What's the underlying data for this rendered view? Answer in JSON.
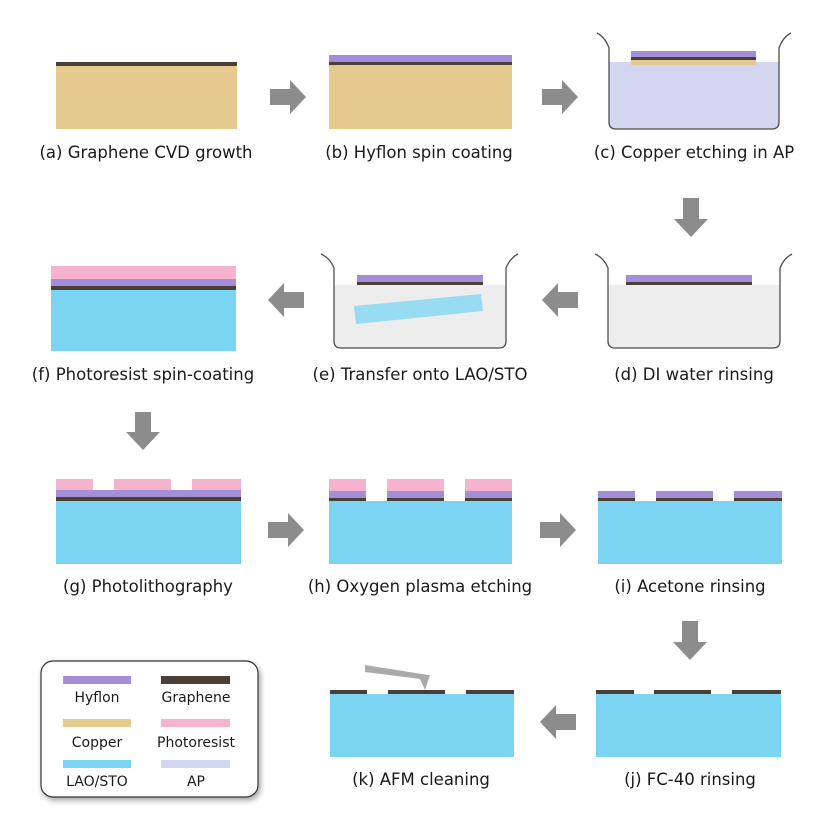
{
  "colors": {
    "hyflon": "#a38fd9",
    "graphene": "#4a3f36",
    "copper": "#e4ca8f",
    "photoresist": "#f5b3ce",
    "lao_sto": "#7bd5f2",
    "ap": "#d2d7ef",
    "water": "#ededed",
    "arrow": "#8c8c8c",
    "beaker": "#4d4d4d",
    "tip": "#aaaaaa"
  },
  "steps": {
    "a": "(a) Graphene CVD growth",
    "b": "(b) Hyflon spin coating",
    "c": "(c) Copper etching in AP",
    "d": "(d) DI water rinsing",
    "e": "(e) Transfer onto LAO/STO",
    "f": "(f) Photoresist spin-coating",
    "g": "(g) Photolithography",
    "h": "(h) Oxygen plasma etching",
    "i": "(i) Acetone rinsing",
    "j": "(j) FC-40 rinsing",
    "k": "(k) AFM cleaning"
  },
  "legend": {
    "hyflon": "Hyflon",
    "graphene": "Graphene",
    "copper": "Copper",
    "photoresist": "Photoresist",
    "lao_sto": "LAO/STO",
    "ap": "AP"
  }
}
